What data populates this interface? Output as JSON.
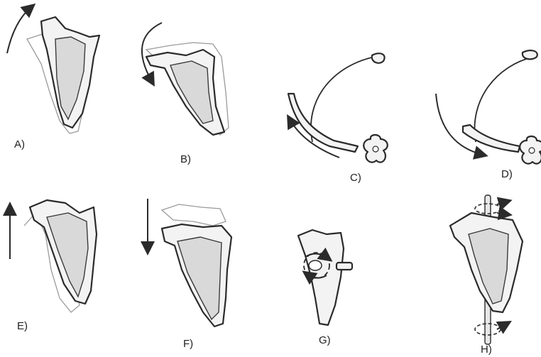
{
  "figure": {
    "panels": [
      {
        "id": "A",
        "label": "A)",
        "motion": "upward-rotation"
      },
      {
        "id": "B",
        "label": "B)",
        "motion": "downward-rotation"
      },
      {
        "id": "C",
        "label": "C)",
        "motion": "protraction"
      },
      {
        "id": "D",
        "label": "D)",
        "motion": "retraction"
      },
      {
        "id": "E",
        "label": "E)",
        "motion": "elevation"
      },
      {
        "id": "F",
        "label": "F)",
        "motion": "depression"
      },
      {
        "id": "G",
        "label": "G)",
        "motion": "rotation-about-ap-axis"
      },
      {
        "id": "H",
        "label": "H)",
        "motion": "rotation-about-vertical-axis"
      }
    ]
  }
}
